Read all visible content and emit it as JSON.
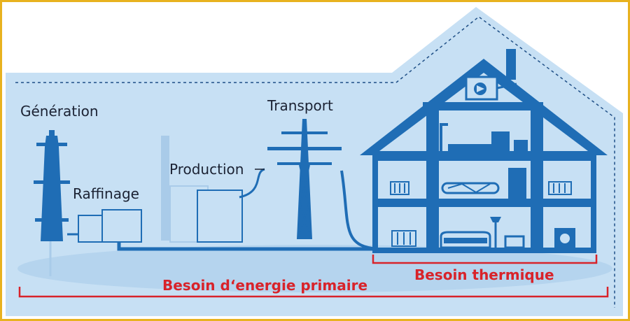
{
  "labels": {
    "generation": "Génération",
    "raffinage": "Raffinage",
    "production": "Production",
    "transport": "Transport",
    "besoin_thermique": "Besoin thermique",
    "besoin_primaire": "Besoin d‘energie primaire"
  },
  "colors": {
    "frame": "#e8b21f",
    "background": "#c7e0f4",
    "ground": "#b5d4ee",
    "ghost": "#a9cbe9",
    "structure": "#1f6db5",
    "text": "#1b2233",
    "accent_red": "#d8232a"
  }
}
